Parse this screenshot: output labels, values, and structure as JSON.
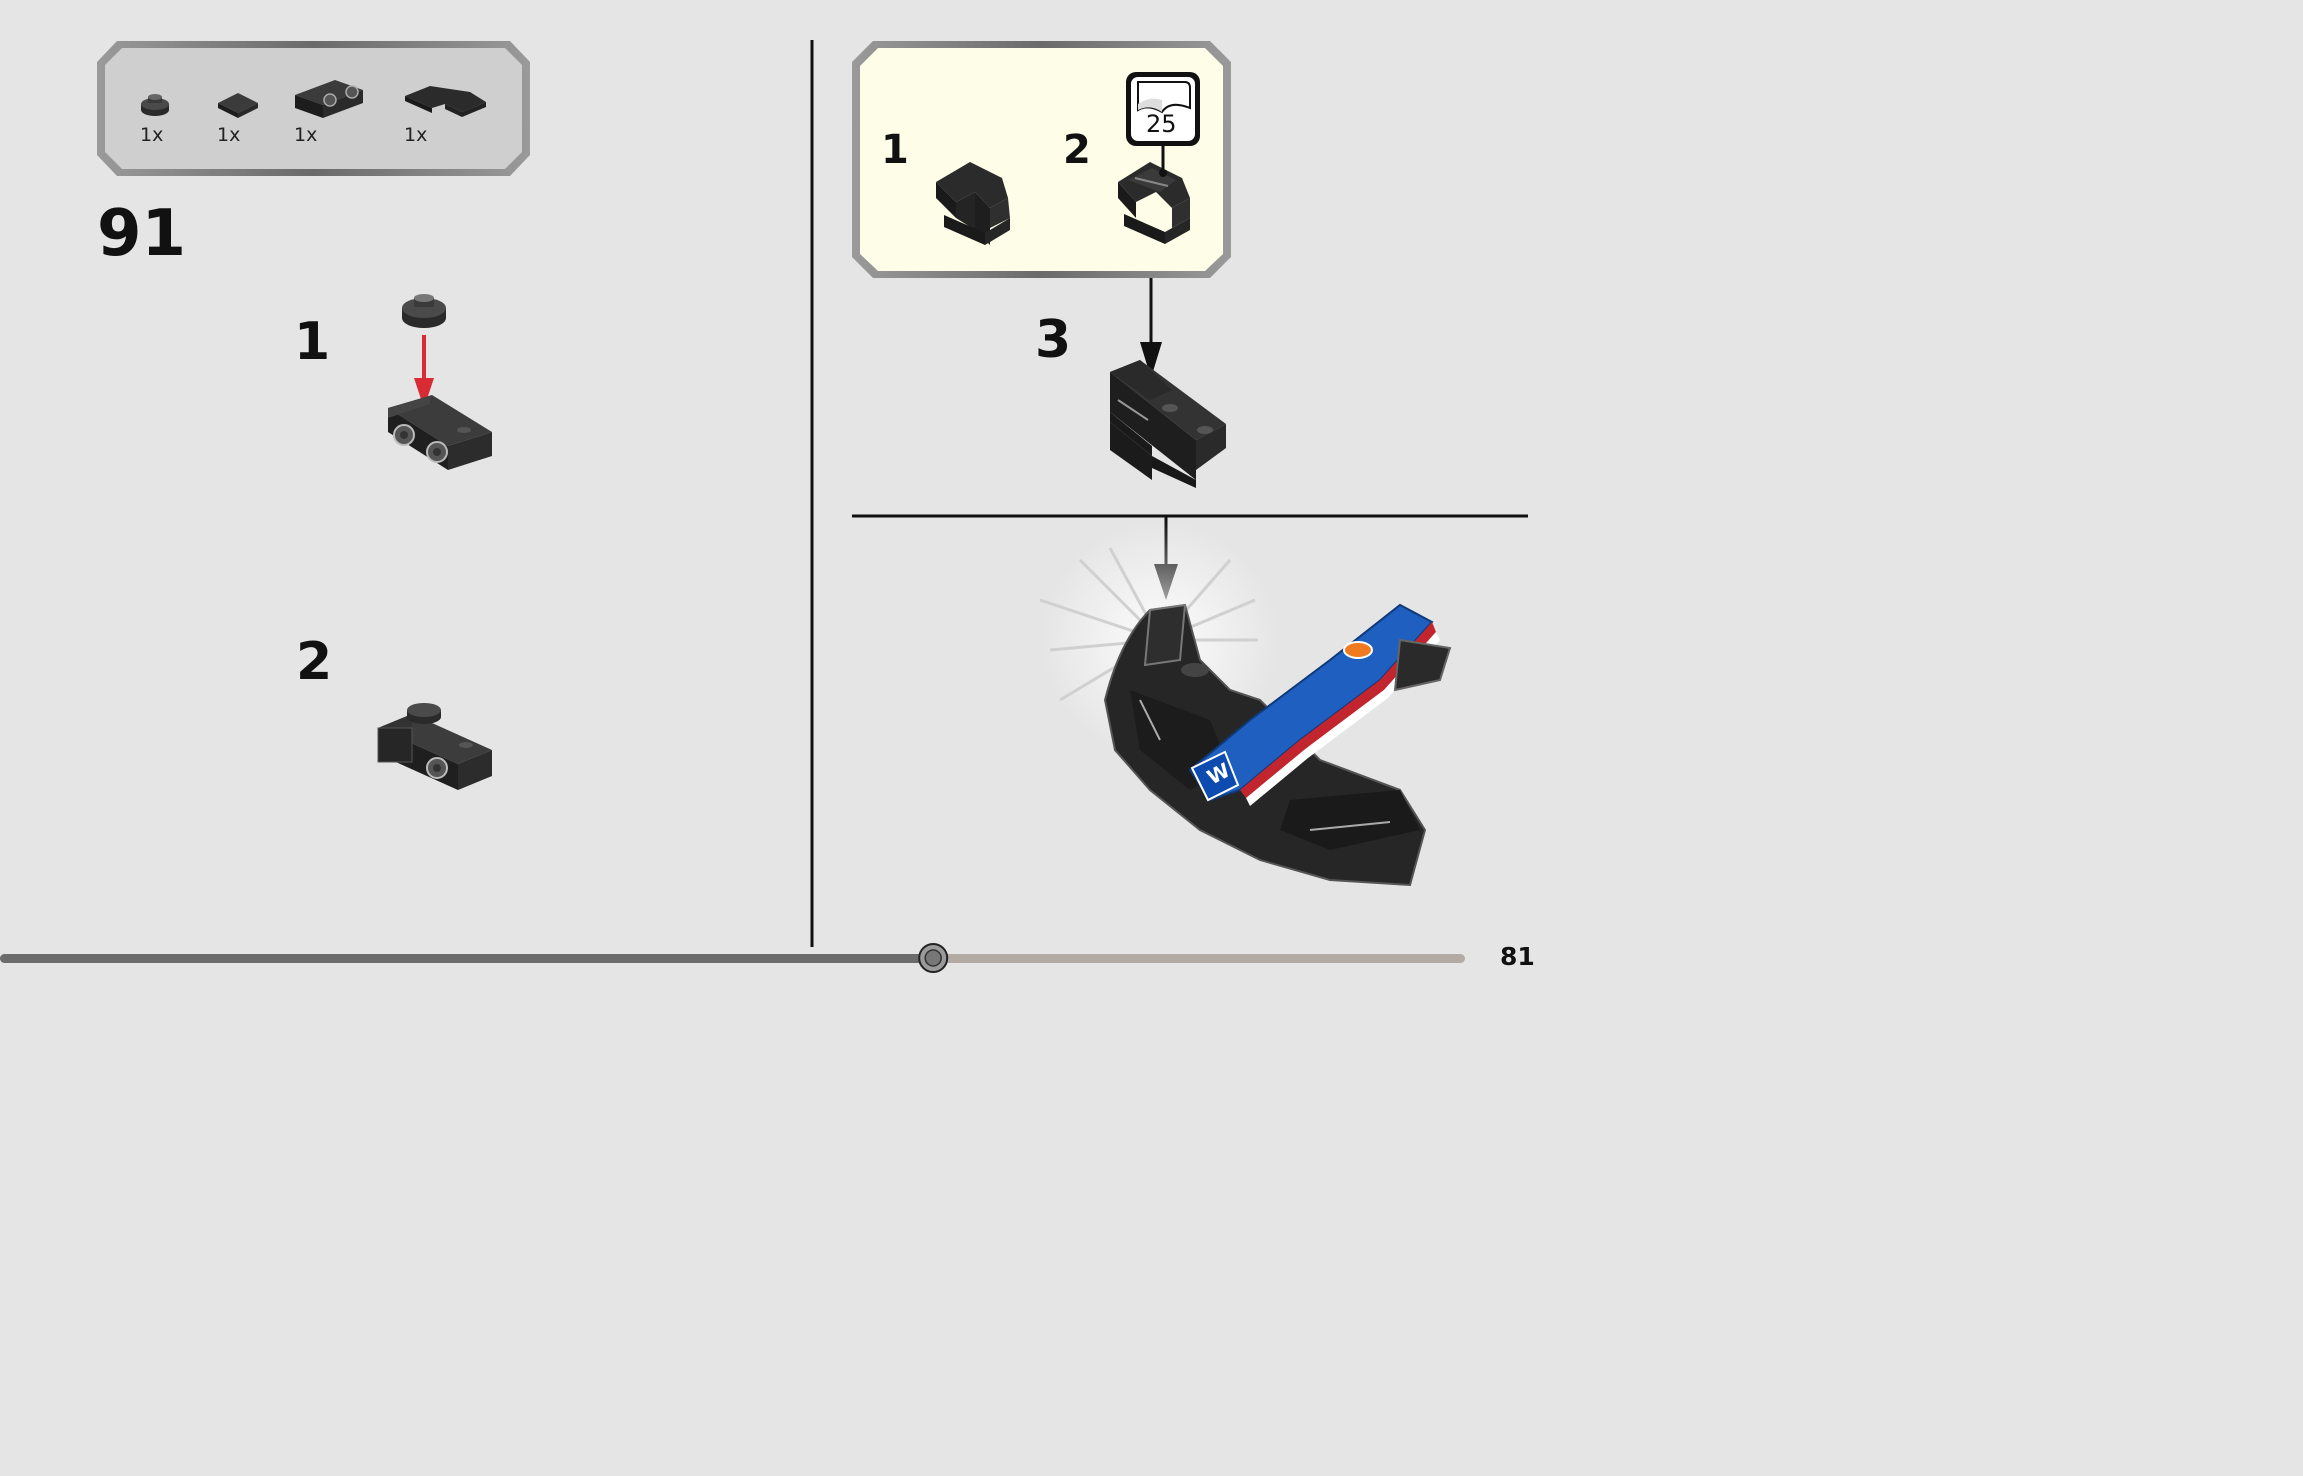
{
  "parts_list": {
    "items": [
      {
        "qty": "1x",
        "icon": "round-plate-1x1-icon"
      },
      {
        "qty": "1x",
        "icon": "tile-1x1-icon"
      },
      {
        "qty": "1x",
        "icon": "bracket-plate-icon"
      },
      {
        "qty": "1x",
        "icon": "wedge-tile-icon"
      }
    ]
  },
  "step_number": "91",
  "left_substeps": [
    {
      "label": "1"
    },
    {
      "label": "2"
    }
  ],
  "sub_assembly": {
    "steps": [
      {
        "label": "1"
      },
      {
        "label": "2"
      }
    ],
    "sticker_number": "25",
    "step3_label": "3"
  },
  "page_number": "81",
  "progress": {
    "fraction": 0.637
  },
  "colors": {
    "background": "#e5e5e5",
    "callout": "#fdfde8",
    "arrow_red": "#d92b35",
    "brick": "#2a2a2a",
    "progress_done": "#6c6c6c",
    "progress_todo": "#b2aba3"
  }
}
